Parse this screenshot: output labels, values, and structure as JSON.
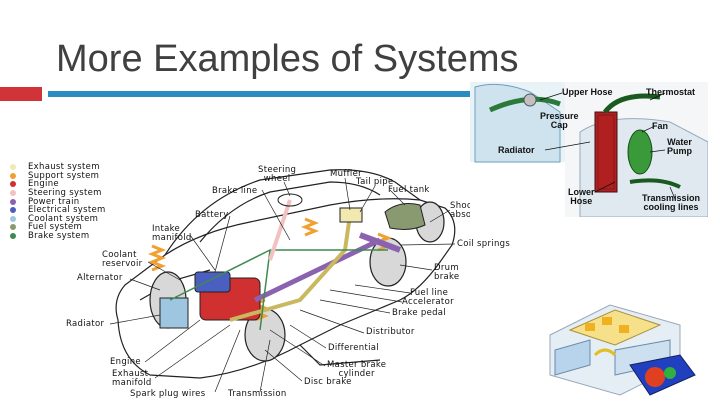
{
  "slide": {
    "title": "More Examples of Systems"
  },
  "legend": [
    {
      "label": "Exhaust system",
      "color": "#f2e9b0"
    },
    {
      "label": "Support system",
      "color": "#f0a030"
    },
    {
      "label": "Engine",
      "color": "#d03030"
    },
    {
      "label": "Steering system",
      "color": "#f3c1c1"
    },
    {
      "label": "Power train",
      "color": "#8a62b0"
    },
    {
      "label": "Electrical system",
      "color": "#4a5fc0"
    },
    {
      "label": "Coolant system",
      "color": "#9fc6e0"
    },
    {
      "label": "Fuel system",
      "color": "#8a9a70"
    },
    {
      "label": "Brake system",
      "color": "#3e8a50"
    }
  ],
  "car_labels": {
    "steering_wheel": "Steering\nwheel",
    "muffler": "Muffler",
    "tail_pipe": "Tail pipe",
    "fuel_tank": "Fuel tank",
    "brake_line": "Brake line",
    "shock_absorbers": "Shock\nabsorbers",
    "battery": "Battery",
    "intake_manifold": "Intake\nmanifold",
    "coil_springs": "Coil springs",
    "coolant_reservoir": "Coolant\nreservoir",
    "alternator": "Alternator",
    "drum_brake": "Drum\nbrake",
    "fuel_line": "Fuel line",
    "accelerator": "Accelerator",
    "brake_pedal": "Brake pedal",
    "radiator": "Radiator",
    "distributor": "Distributor",
    "differential": "Differential",
    "engine": "Engine",
    "master_brake_cylinder": "Master brake\ncylinder",
    "exhaust_manifold": "Exhaust\nmanifold",
    "disc_brake": "Disc brake",
    "spark_plug_wires": "Spark plug wires",
    "transmission": "Transmission"
  },
  "cooling_labels": {
    "upper_hose": "Upper Hose",
    "thermostat": "Thermostat",
    "pressure_cap": "Pressure\nCap",
    "fan": "Fan",
    "water_pump": "Water\nPump",
    "radiator": "Radiator",
    "lower_hose": "Lower\nHose",
    "transmission_cooling_lines": "Transmission\ncooling lines"
  }
}
